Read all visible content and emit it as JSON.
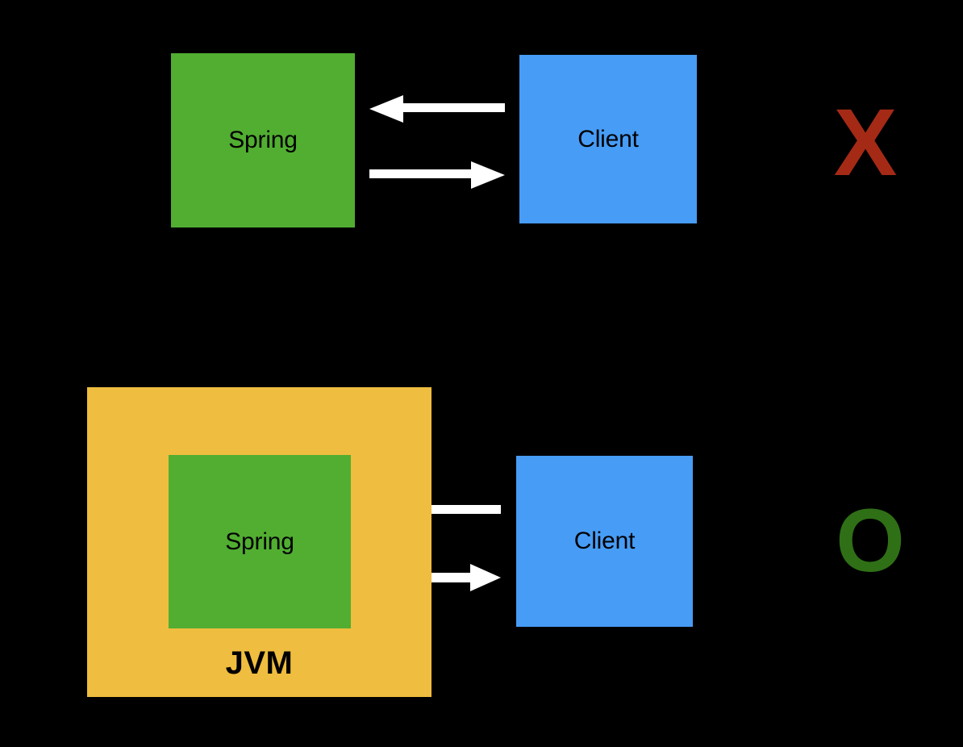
{
  "diagram": {
    "background_color": "#000000",
    "arrow_color": "#FFFFFF",
    "scenarios": [
      {
        "id": "without-jvm",
        "verdict": "X",
        "verdict_meaning": "not-supported",
        "verdict_color": "#A52A16",
        "nodes": [
          {
            "id": "spring-top",
            "label": "Spring",
            "color": "#51AE31"
          },
          {
            "id": "client-top",
            "label": "Client",
            "color": "#479CF6"
          }
        ],
        "connections": [
          {
            "id": "client-to-spring",
            "direction": "left",
            "arrowhead": true
          },
          {
            "id": "spring-to-client",
            "direction": "right",
            "arrowhead": true
          }
        ]
      },
      {
        "id": "with-jvm",
        "verdict": "O",
        "verdict_meaning": "supported",
        "verdict_color": "#2F7017",
        "container": {
          "id": "jvm-box",
          "label": "JVM",
          "color": "#EFBD3F"
        },
        "nodes": [
          {
            "id": "spring-bottom",
            "label": "Spring",
            "color": "#51AE31"
          },
          {
            "id": "client-bottom",
            "label": "Client",
            "color": "#479CF6"
          }
        ],
        "connections": [
          {
            "id": "jvm-line-plain",
            "direction": "right",
            "arrowhead": false
          },
          {
            "id": "jvm-to-client",
            "direction": "right",
            "arrowhead": true
          }
        ]
      }
    ]
  }
}
